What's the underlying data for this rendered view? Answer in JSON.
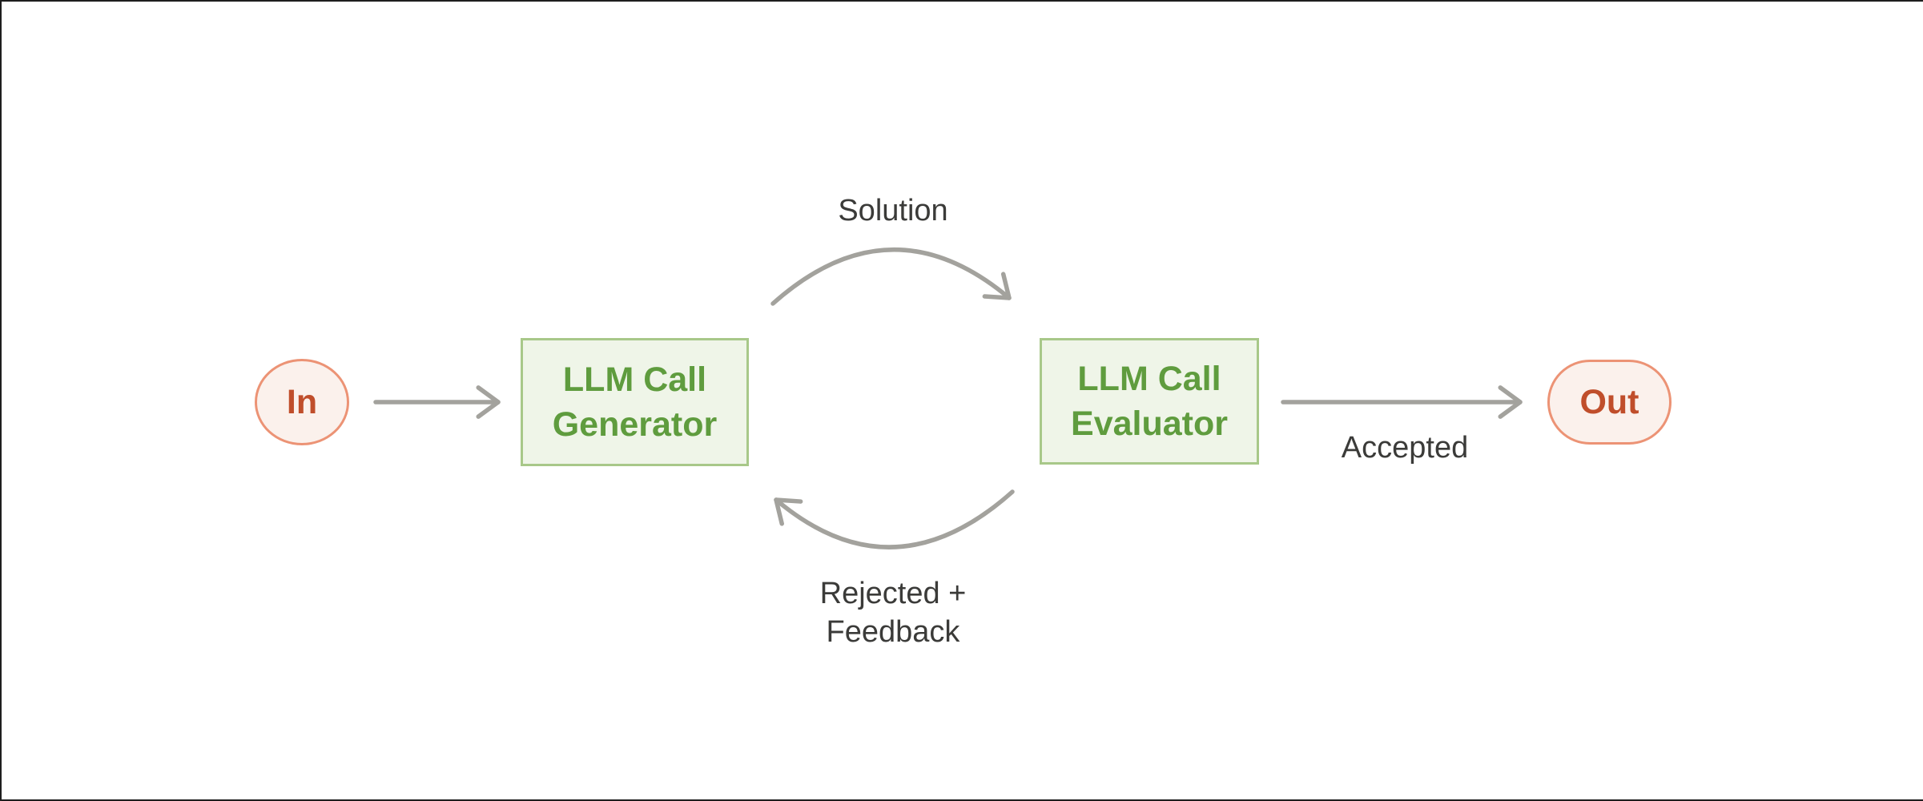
{
  "diagram": {
    "nodes": {
      "input": {
        "label": "In"
      },
      "generator": {
        "line1": "LLM Call",
        "line2": "Generator"
      },
      "evaluator": {
        "line1": "LLM Call",
        "line2": "Evaluator"
      },
      "output": {
        "label": "Out"
      }
    },
    "edges": {
      "solution": {
        "label": "Solution"
      },
      "rejected": {
        "line1": "Rejected +",
        "line2": "Feedback"
      },
      "accepted": {
        "label": "Accepted"
      }
    },
    "colors": {
      "background": "#ffffff",
      "frame_border": "#1e1e1e",
      "arrow": "#a3a29d",
      "label_text": "#3b3b39",
      "terminal_fill": "#fbf1ec",
      "terminal_border": "#ec9375",
      "terminal_text": "#c04e2b",
      "process_fill": "#eff5e8",
      "process_border": "#a8c889",
      "process_text": "#5f9c3e"
    }
  }
}
